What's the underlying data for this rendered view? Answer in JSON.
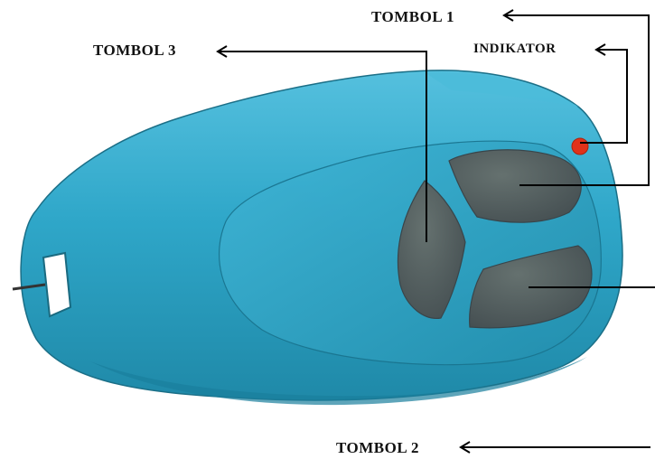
{
  "labels": {
    "tombol_1": "TOMBOL 1",
    "indikator": "INDIKATOR",
    "tombol_3": "TOMBOL 3",
    "tombol_2": "TOMBOL 2"
  },
  "colors": {
    "body": "#2fa7c9",
    "body_shadow": "#1c7e9c",
    "body_highlight": "#5cc3df",
    "button": "#4f5b5e",
    "indicator": "#e0321a",
    "leader_line": "#000000"
  },
  "icons": {
    "device": "remote-key-fob",
    "indicator": "led-dot",
    "keyring_hole": "keyring-hole"
  }
}
